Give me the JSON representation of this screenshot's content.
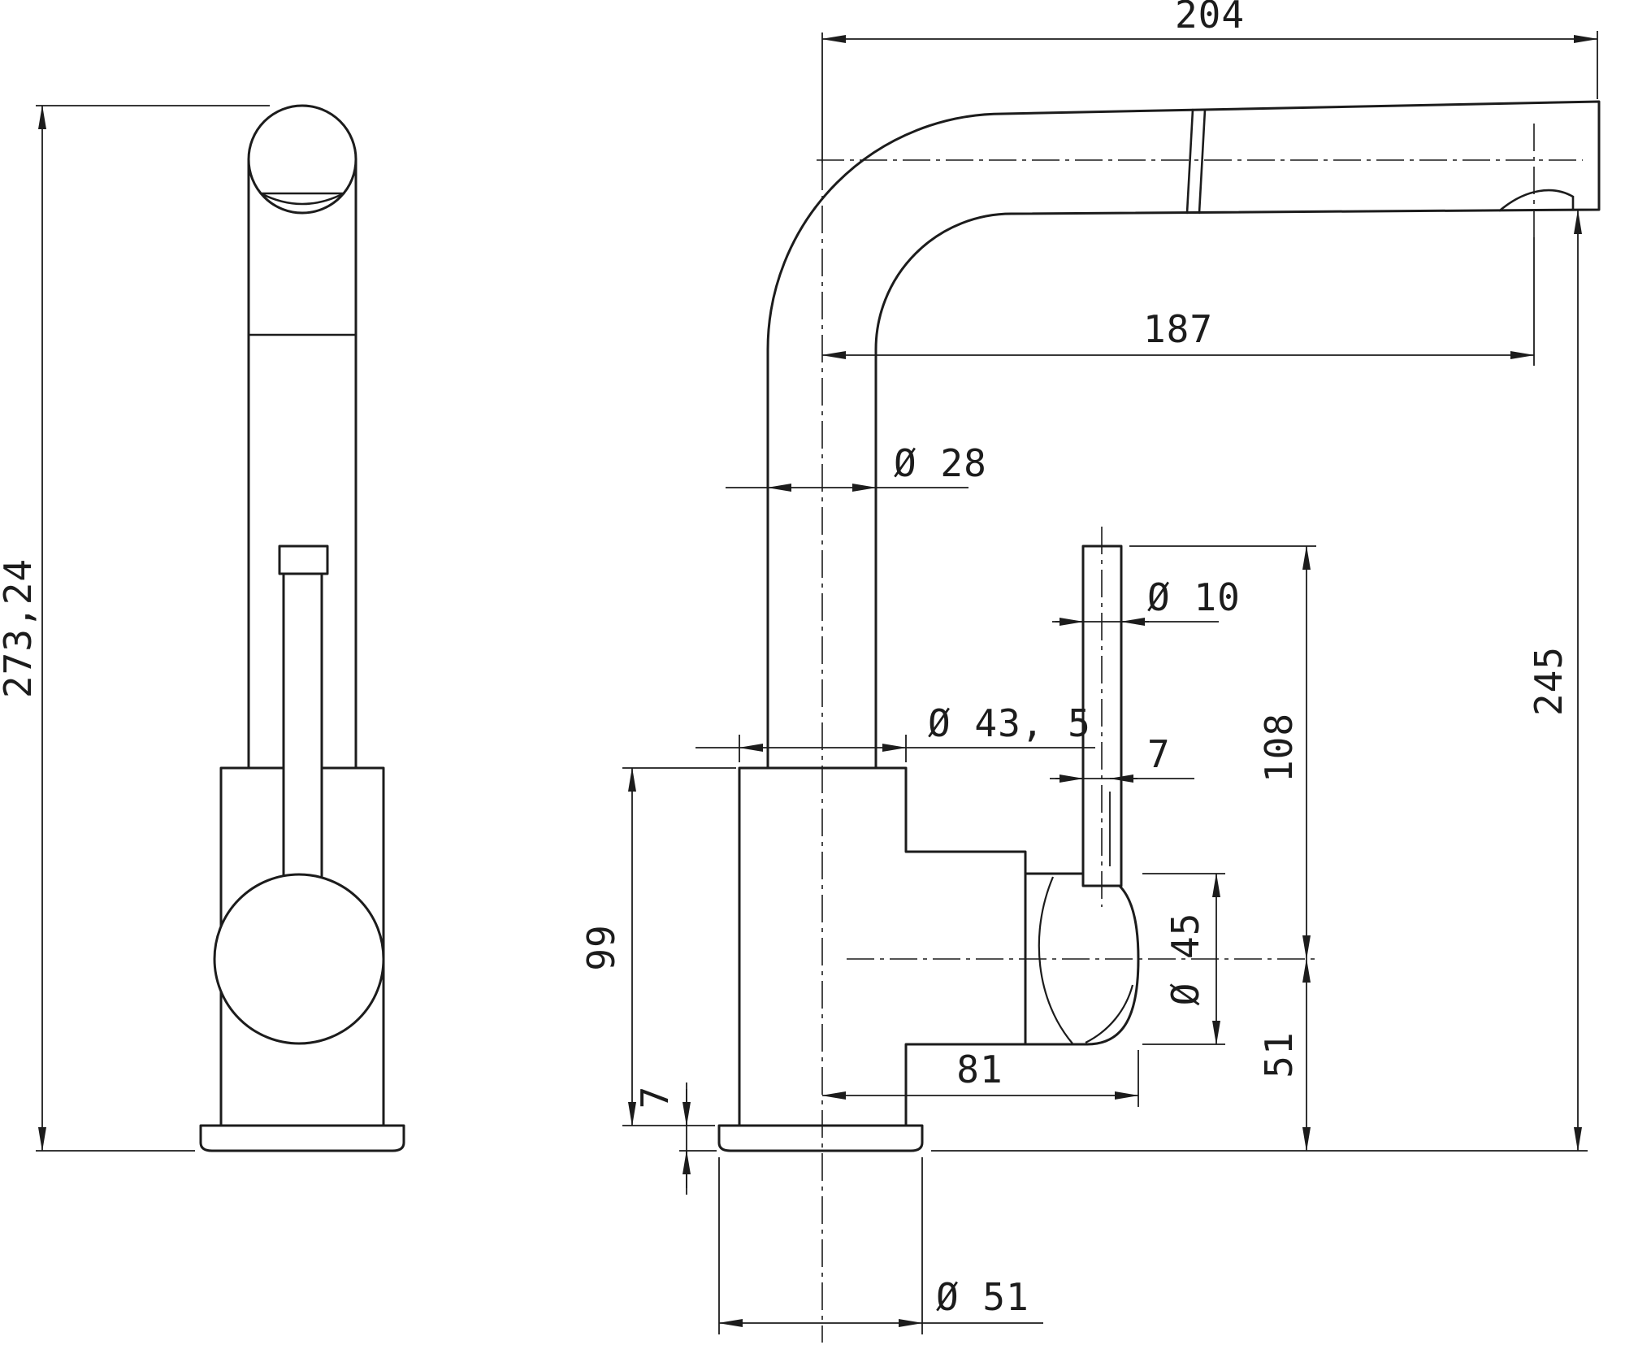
{
  "page": {
    "background": "#ffffff",
    "ink": "#1c1c1c"
  },
  "drawing": {
    "kind": "faucet-dimensional-drawing",
    "labels": {
      "overall_height": "273,24",
      "spout_top_reach": "204",
      "spout_outlet_reach": "187",
      "riser_diameter": "Ø 28",
      "body_diameter": "Ø 43, 5",
      "lever_diameter": "Ø 10",
      "lever_offset": "7",
      "lever_to_handle_center": "108",
      "deck_to_spout_underside": "245",
      "handle_diameter": "Ø 45",
      "handle_center_height": "51",
      "body_height": "99",
      "base_thickness": "7",
      "handle_reach": "81",
      "base_diameter": "Ø 51"
    }
  }
}
